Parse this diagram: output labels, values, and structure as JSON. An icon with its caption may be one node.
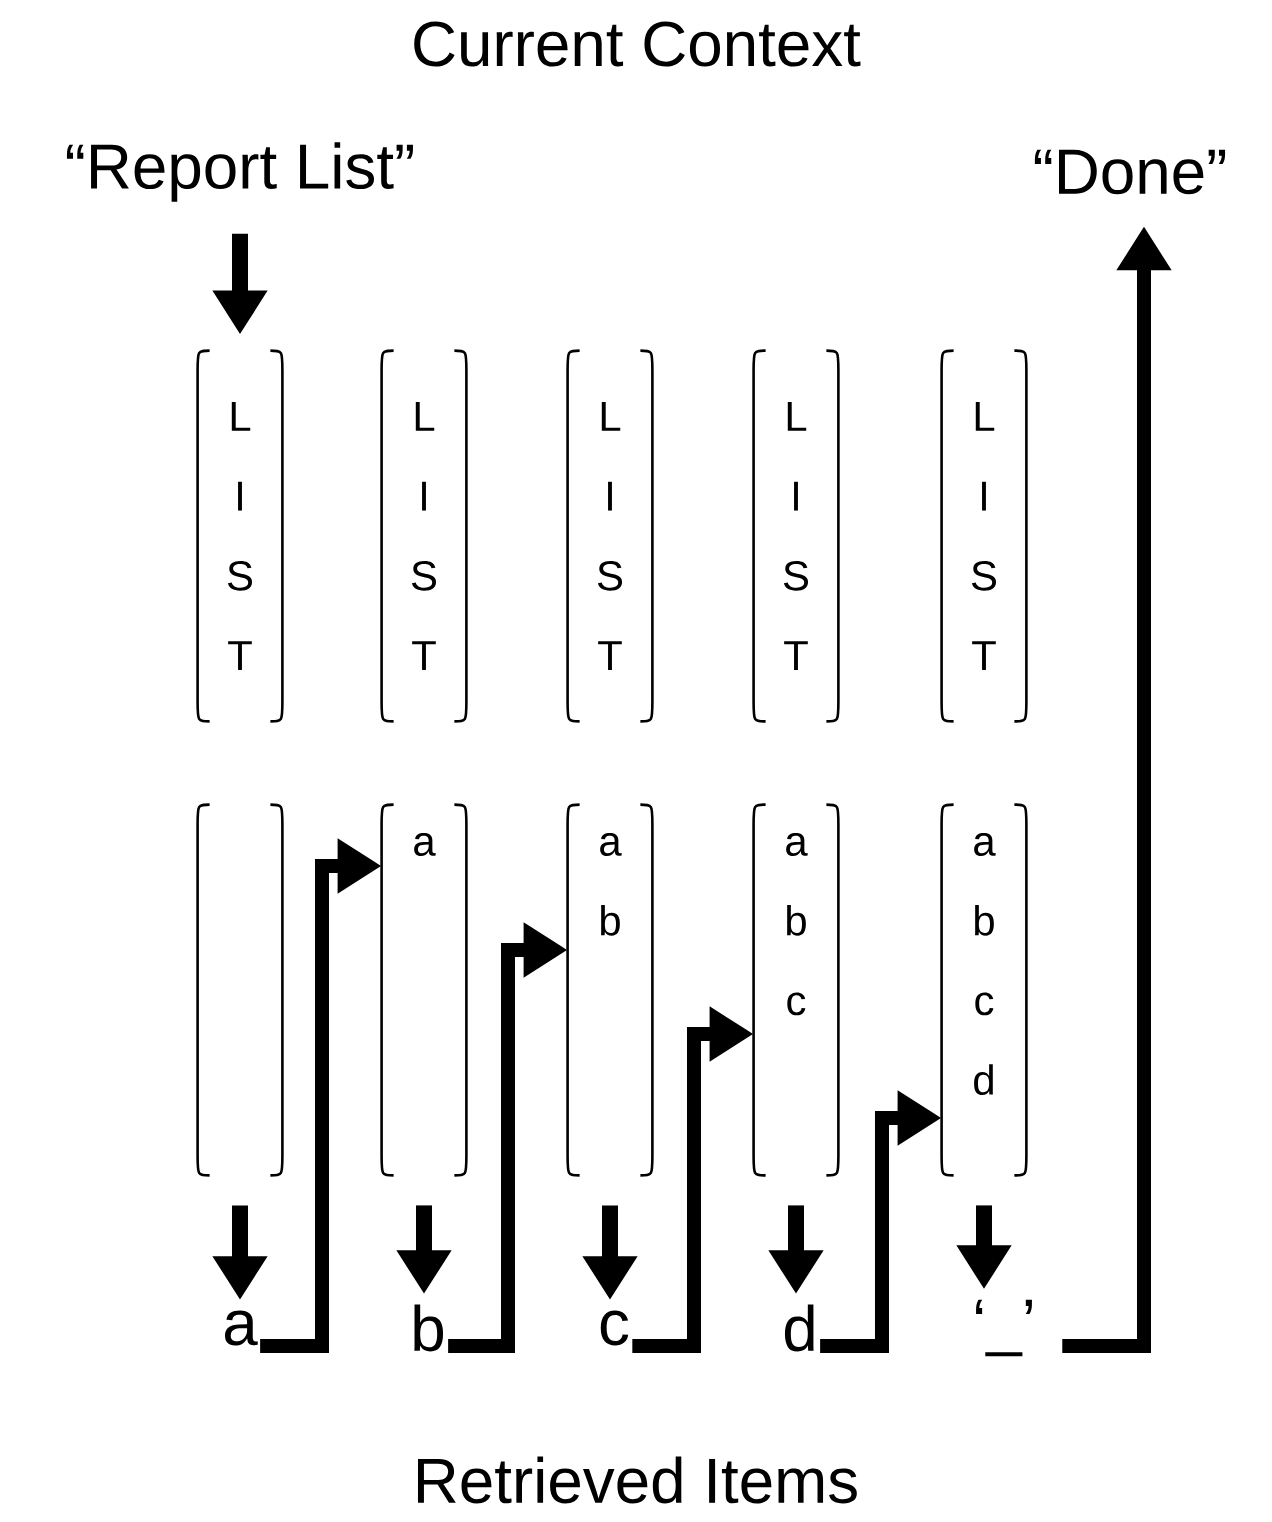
{
  "diagram": {
    "title": "Current Context",
    "caption": "Retrieved Items",
    "nodes": [
      {
        "text": [
          "“Report List”"
        ]
      },
      {
        "text": [
          "“Done”"
        ]
      },
      {
        "text": [
          "L I S T"
        ]
      },
      {
        "text": [
          "L I S T"
        ]
      },
      {
        "text": [
          "L I S T"
        ]
      },
      {
        "text": [
          "L I S T"
        ]
      },
      {
        "text": [
          "L I S T"
        ]
      },
      {
        "text": [],
        "shape": "box"
      },
      {
        "text": [
          "a"
        ]
      },
      {
        "text": [
          "a b"
        ]
      },
      {
        "text": [
          "a b c"
        ]
      },
      {
        "text": [
          "a b c d"
        ]
      },
      {
        "text": [
          "a"
        ]
      },
      {
        "text": [
          "b"
        ]
      },
      {
        "text": [
          "c"
        ]
      },
      {
        "text": [
          "d"
        ]
      },
      {
        "text": [
          "‘_’"
        ]
      }
    ],
    "edges": [
      {
        "from": 0,
        "to": 2,
        "arrow": "to"
      },
      {
        "from": 7,
        "to": 12,
        "arrow": "to"
      },
      {
        "from": 8,
        "to": 13,
        "arrow": "to"
      },
      {
        "from": 9,
        "to": 14,
        "arrow": "to"
      },
      {
        "from": 10,
        "to": 15,
        "arrow": "to"
      },
      {
        "from": 11,
        "to": 16,
        "arrow": "to"
      },
      {
        "from": 12,
        "to": 8,
        "arrow": "to"
      },
      {
        "from": 13,
        "to": 9,
        "arrow": "to"
      },
      {
        "from": 14,
        "to": 10,
        "arrow": "to"
      },
      {
        "from": 15,
        "to": 11,
        "arrow": "to"
      },
      {
        "from": 16,
        "to": 1,
        "arrow": "to"
      }
    ]
  }
}
